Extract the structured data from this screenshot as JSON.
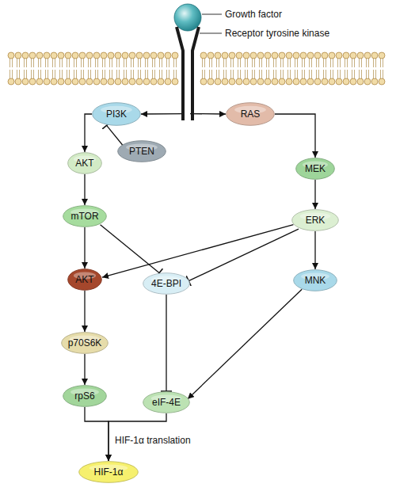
{
  "diagram": {
    "nodes": [
      {
        "text": [
          "Growth factor"
        ]
      },
      {
        "text": [
          "Receptor tyrosine kinase"
        ]
      },
      {
        "text": [
          "PI3K"
        ]
      },
      {
        "text": [
          "RAS"
        ]
      },
      {
        "text": [
          "PTEN"
        ]
      },
      {
        "text": [
          "AKT"
        ]
      },
      {
        "text": [
          "MEK"
        ]
      },
      {
        "text": [
          "mTOR"
        ]
      },
      {
        "text": [
          "ERK"
        ]
      },
      {
        "text": [
          "AKT"
        ]
      },
      {
        "text": [
          "4E-BPI"
        ]
      },
      {
        "text": [
          "MNK"
        ]
      },
      {
        "text": [
          "p70S6K"
        ]
      },
      {
        "text": [
          "rpS6"
        ]
      },
      {
        "text": [
          "eIF-4E"
        ]
      },
      {
        "text": [
          "HIF-1α"
        ]
      }
    ],
    "edges": [
      {
        "from": 1,
        "to": 2,
        "arrow": "to"
      },
      {
        "from": 1,
        "to": 3,
        "arrow": "to"
      },
      {
        "from": 2,
        "to": 5,
        "arrow": "to"
      },
      {
        "from": 4,
        "to": 2,
        "arrow": "to"
      },
      {
        "from": 3,
        "to": 6,
        "arrow": "to"
      },
      {
        "from": 5,
        "to": 7,
        "arrow": "to"
      },
      {
        "from": 6,
        "to": 8,
        "arrow": "to"
      },
      {
        "from": 7,
        "to": 9,
        "arrow": "to"
      },
      {
        "from": 7,
        "to": 10,
        "arrow": "to"
      },
      {
        "from": 8,
        "to": 9,
        "arrow": "to"
      },
      {
        "from": 8,
        "to": 10,
        "arrow": "to"
      },
      {
        "from": 8,
        "to": 11,
        "arrow": "to"
      },
      {
        "from": 11,
        "to": 14,
        "arrow": "to"
      },
      {
        "from": 10,
        "to": 14,
        "arrow": "to"
      },
      {
        "from": 9,
        "to": 12,
        "arrow": "to"
      },
      {
        "from": 12,
        "to": 13,
        "arrow": "to"
      },
      {
        "from": 13,
        "to": 15,
        "label": "HIF-1α translation",
        "arrow": "to"
      },
      {
        "from": 14,
        "to": 15,
        "arrow": "to"
      }
    ]
  }
}
